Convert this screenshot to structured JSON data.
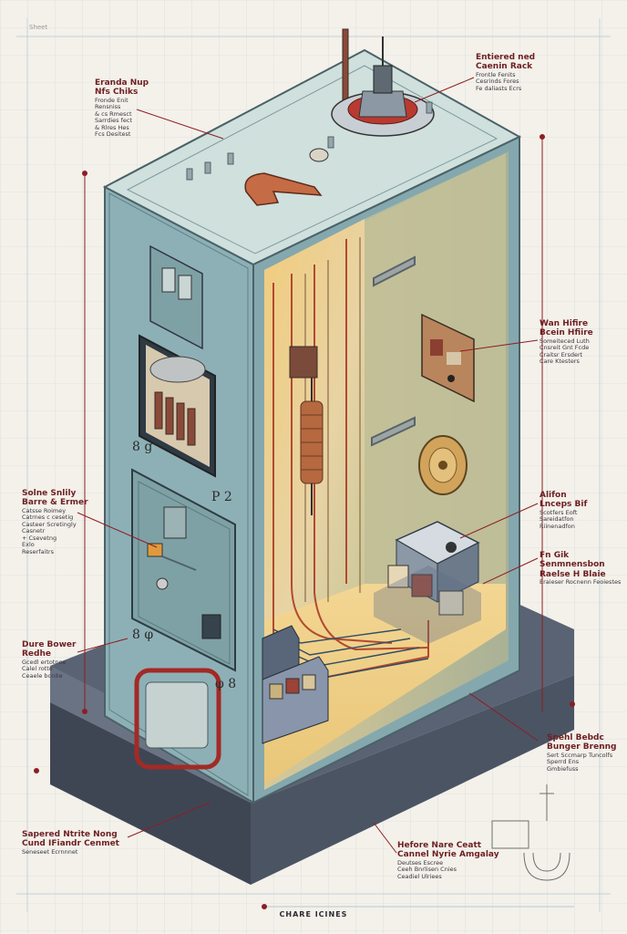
{
  "colors": {
    "paper": "#f3f1ea",
    "grid": "#c9d3dc",
    "cabinet": "#8fb1b7",
    "cabinet_dark": "#6e9298",
    "interior": "#e9c77d",
    "base": "#4a5362",
    "leader": "#8e1d22",
    "copper": "#c56b45"
  },
  "corner_mark": "Sheet",
  "callouts": [
    {
      "title": "Eranda Nup",
      "sub1": "Nfs Chiks",
      "lines": [
        "Fronde Enit",
        "Rensniss",
        "& cs Rmesct",
        "Sarrdies fect",
        "& Rlres Hes",
        "Fcs Desitest"
      ]
    },
    {
      "title": "Entiered ned",
      "sub1": "Caenin Rack",
      "lines": [
        "Frontle Fenits",
        "Cesrinds Fores",
        "Fe daliasts Ecrs"
      ]
    },
    {
      "title": "Wan Hifire",
      "sub1": "Bcein Hfiire",
      "lines": [
        "Someiteced Luth",
        "Cnsreit Gnt Fcde",
        "Craitsr Ersdert",
        "Care Ktesters"
      ]
    },
    {
      "title": "Solne Snlily",
      "sub1": "Barre & Ermer",
      "lines": [
        "Catsse Roimey",
        "Catrnes c cesetig",
        "Casteer Scretingly",
        "Casnetr",
        "+ Csevetng",
        "Exlo",
        "Reserfaitrs"
      ]
    },
    {
      "title": "Alifon",
      "sub1": "Lnceps Bif",
      "lines": [
        "Scotfers Eoft",
        "Sareidatfon",
        "Riinenadfon"
      ]
    },
    {
      "title": "Fn Gik Senmnensbon",
      "sub1": "Raelse H Blaie",
      "lines": [
        "Eraieser Rocnenn Feoiestes"
      ]
    },
    {
      "title": "Dure Bower",
      "sub1": "Redhe",
      "lines": [
        "Gcedl ertotnoe",
        "Calel rotto",
        "Ceaele bcnite"
      ]
    },
    {
      "title": "Spehl Bebdc",
      "sub1": "Bunger Brenng",
      "lines": [
        "Sert Sccmarp Tuncolfs",
        "Sperrd Ens",
        "Gmbiefuss"
      ]
    },
    {
      "title": "Sapered Ntrite Nong",
      "sub1": "Cund IFiandr Cenmet",
      "lines": [
        "Seneseet Ecrnnnet"
      ]
    },
    {
      "title": "Hefore Nare Ceatt",
      "sub1": "Cannel Nyrie Amgalay",
      "lines": [
        "Deutses Escree",
        "Ceeh Bnrlisen Cnies",
        "Ceadiel Ulriees"
      ]
    }
  ],
  "dim_marks": [
    "8 g",
    "P 2",
    "8 φ",
    "φ 8"
  ],
  "footer": "CHARE ICINES"
}
